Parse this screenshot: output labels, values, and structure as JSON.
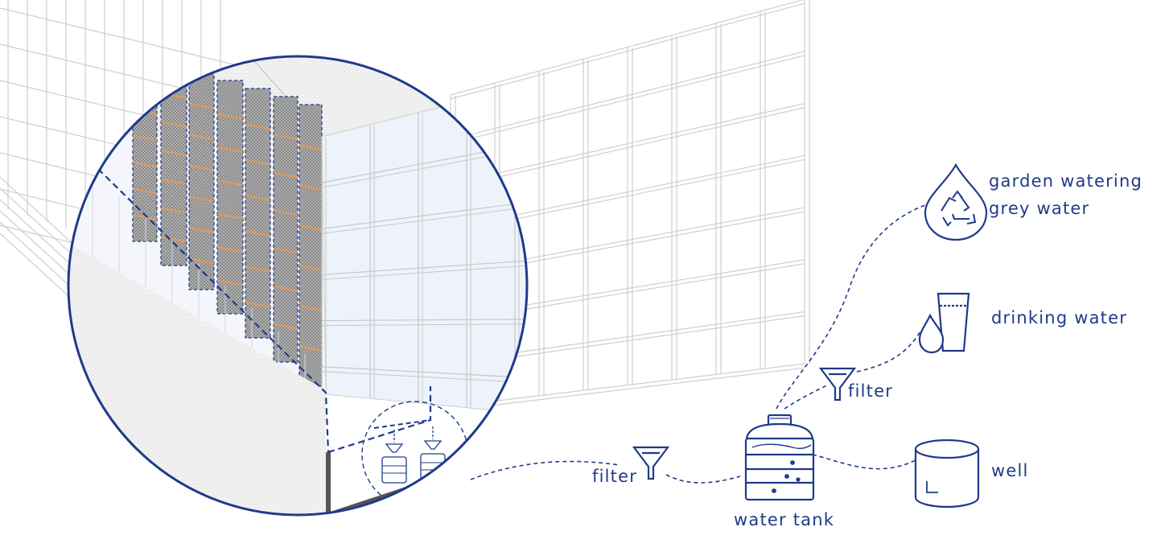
{
  "colors": {
    "accent": "#1f3a8a",
    "building_line": "#bdbdbd",
    "glass": "#eef3fb",
    "mesh": "#8f8f8f",
    "wood": "#e39a5a",
    "foundation": "#555555"
  },
  "labels": {
    "garden_watering": "garden watering",
    "grey_water": "grey water",
    "drinking_water": "drinking water",
    "filter_upper": "filter",
    "filter_lower": "filter",
    "water_tank": "water tank",
    "well": "well"
  },
  "icons": {
    "recycle": "recycle-drop-icon",
    "drink": "glass-drop-icon",
    "filter": "funnel-icon",
    "tank": "water-tank-icon",
    "well": "well-cylinder-icon"
  }
}
